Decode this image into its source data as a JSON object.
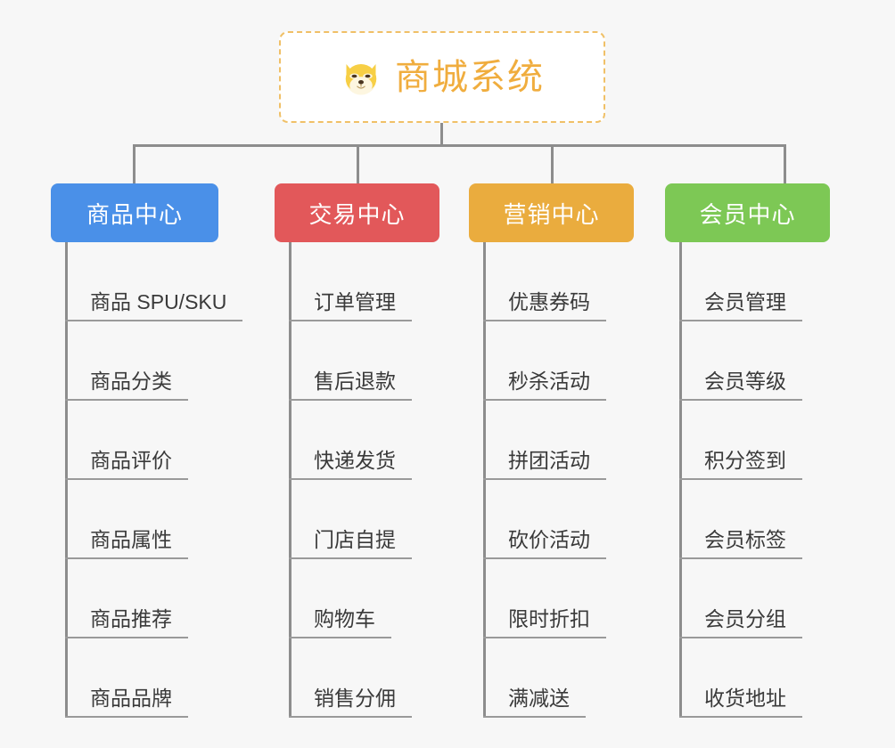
{
  "page": {
    "background": "#f7f7f7"
  },
  "root": {
    "title": "商城系统",
    "icon": "shiba-dog-face-icon",
    "border_color": "#f0c067",
    "text_color": "#f0ad3e"
  },
  "columns": [
    {
      "title": "商品中心",
      "color": "#4a90e8",
      "items": [
        "商品 SPU/SKU",
        "商品分类",
        "商品评价",
        "商品属性",
        "商品推荐",
        "商品品牌"
      ]
    },
    {
      "title": "交易中心",
      "color": "#e2585a",
      "items": [
        "订单管理",
        "售后退款",
        "快递发货",
        "门店自提",
        "购物车",
        "销售分佣"
      ]
    },
    {
      "title": "营销中心",
      "color": "#eaac3e",
      "items": [
        "优惠券码",
        "秒杀活动",
        "拼团活动",
        "砍价活动",
        "限时折扣",
        "满减送"
      ]
    },
    {
      "title": "会员中心",
      "color": "#7dc855",
      "items": [
        "会员管理",
        "会员等级",
        "积分签到",
        "会员标签",
        "会员分组",
        "收货地址"
      ]
    }
  ],
  "connector": {
    "color": "#8d8d8d"
  }
}
